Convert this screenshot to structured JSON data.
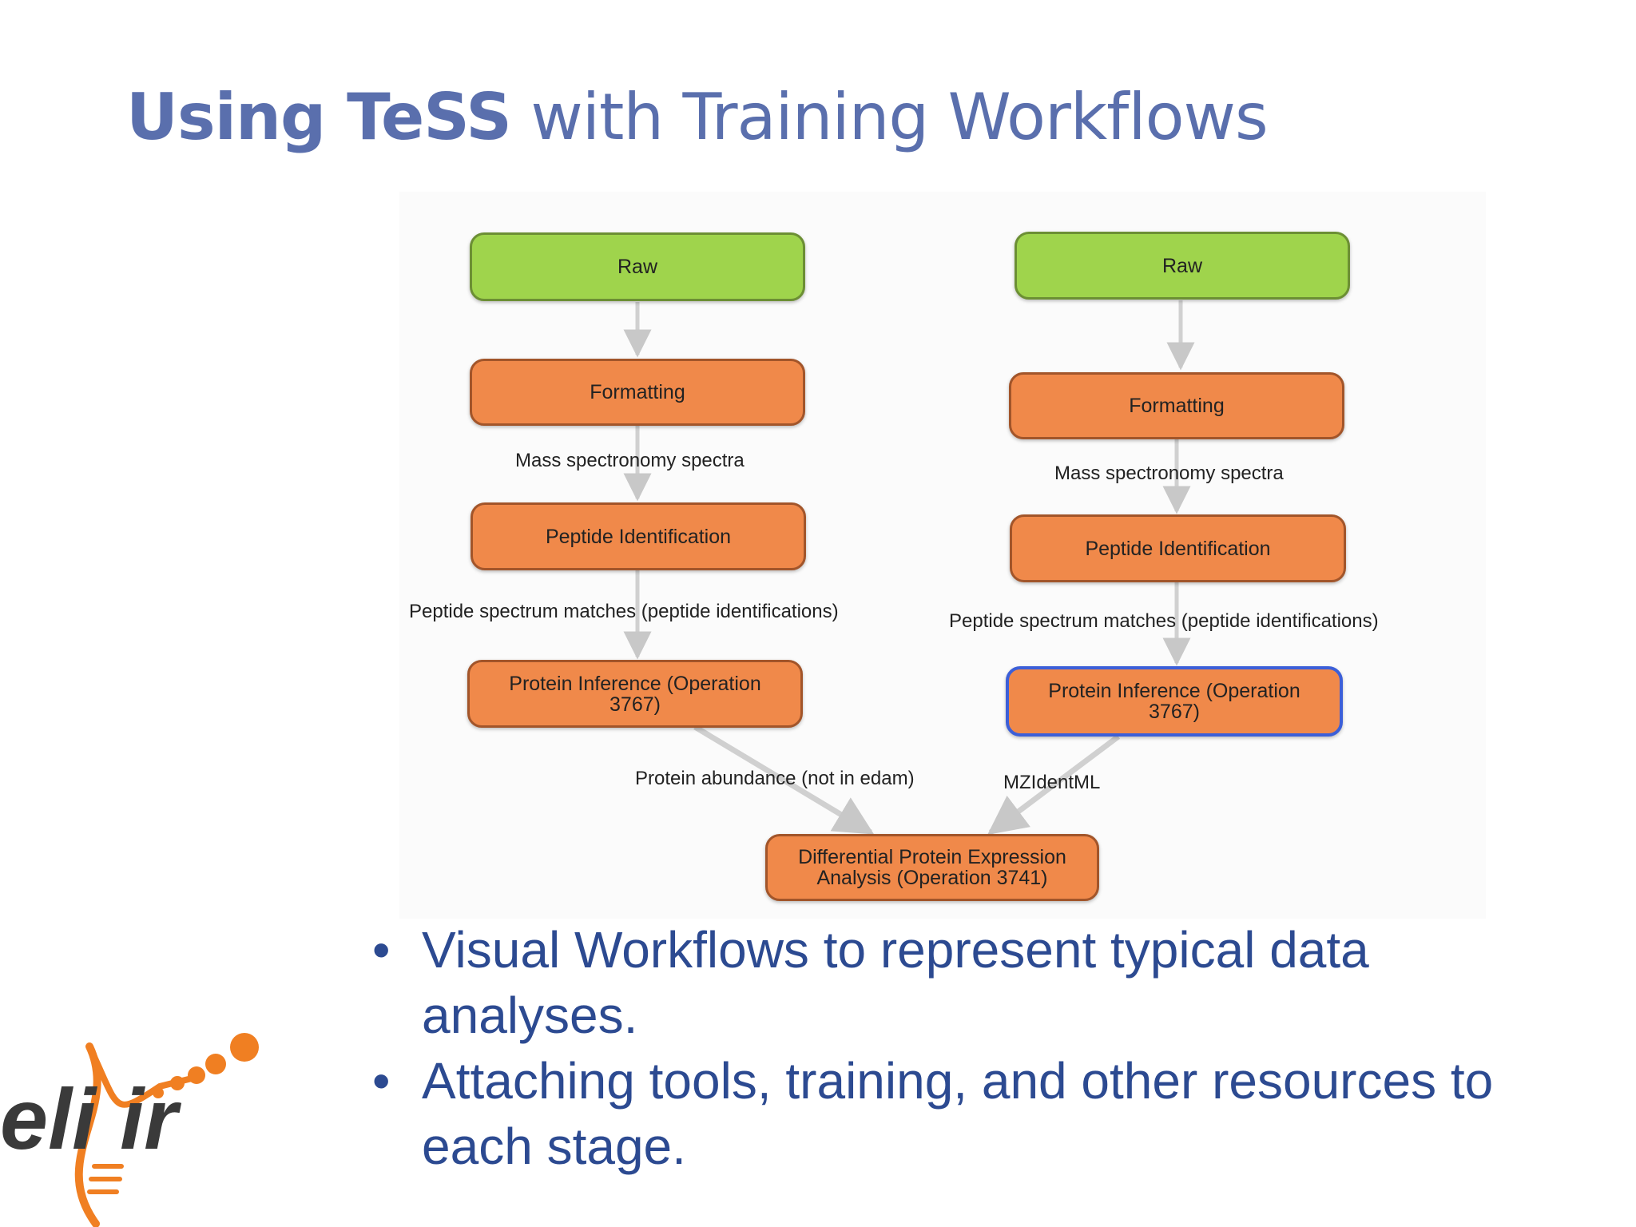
{
  "title": {
    "bold": "Using TeSS",
    "rest": " with Training Workflows"
  },
  "workflow_left": {
    "nodes": [
      "Raw",
      "Formatting",
      "Peptide Identification",
      "Protein Inference (Operation 3767)"
    ],
    "edge_labels": [
      "Mass spectronomy spectra",
      "Peptide spectrum matches (peptide identifications)",
      "Protein abundance (not in edam)"
    ]
  },
  "workflow_right": {
    "nodes": [
      "Raw",
      "Formatting",
      "Peptide Identification",
      "Protein Inference (Operation 3767)"
    ],
    "edge_labels": [
      "Mass spectronomy spectra",
      "Peptide spectrum matches (peptide identifications)",
      "MZIdentML"
    ]
  },
  "final_node": "Differential Protein Expression Analysis (Operation 3741)",
  "bullets": [
    "Visual Workflows to represent typical data analyses.",
    "Attaching tools, training, and other resources to each stage."
  ],
  "bullet_symbol": "•",
  "logo": {
    "text": "elixir"
  },
  "colors": {
    "title": "#5a6fad",
    "bullet_text": "#2c4a91",
    "raw_node": "#9fd44c",
    "step_node": "#f0894a",
    "selected_border": "#3c5fd8",
    "logo_orange": "#f07f22",
    "logo_grey": "#3a3a3a"
  }
}
